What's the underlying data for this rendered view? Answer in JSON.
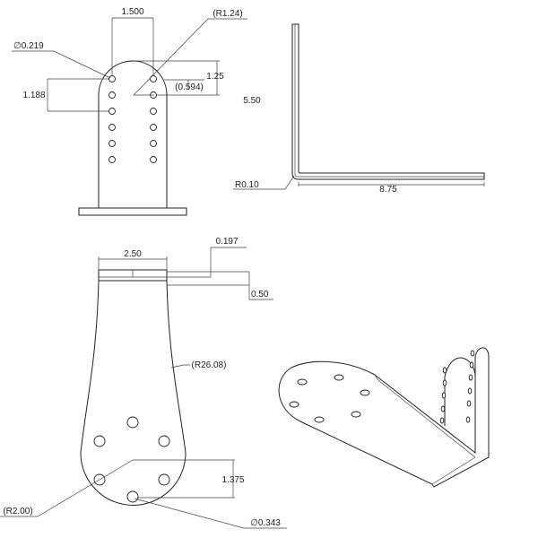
{
  "drawing": {
    "front_view": {
      "hole_spacing": "1.500",
      "hole_diameter": "∅0.219",
      "vertical_pitch": "1.188",
      "top_offset": "1.25",
      "ref_offset": "(0.594)",
      "top_radius": "(R1.24)"
    },
    "side_view": {
      "height": "5.50",
      "length": "8.75",
      "bend_radius": "R0.10"
    },
    "bottom_view": {
      "width": "2.50",
      "thickness": "0.197",
      "band": "0.50",
      "side_radius": "(R26.08)",
      "hole_pitch": "1.375",
      "end_radius": "(R2.00)",
      "hole_diameter": "∅0.343"
    }
  }
}
